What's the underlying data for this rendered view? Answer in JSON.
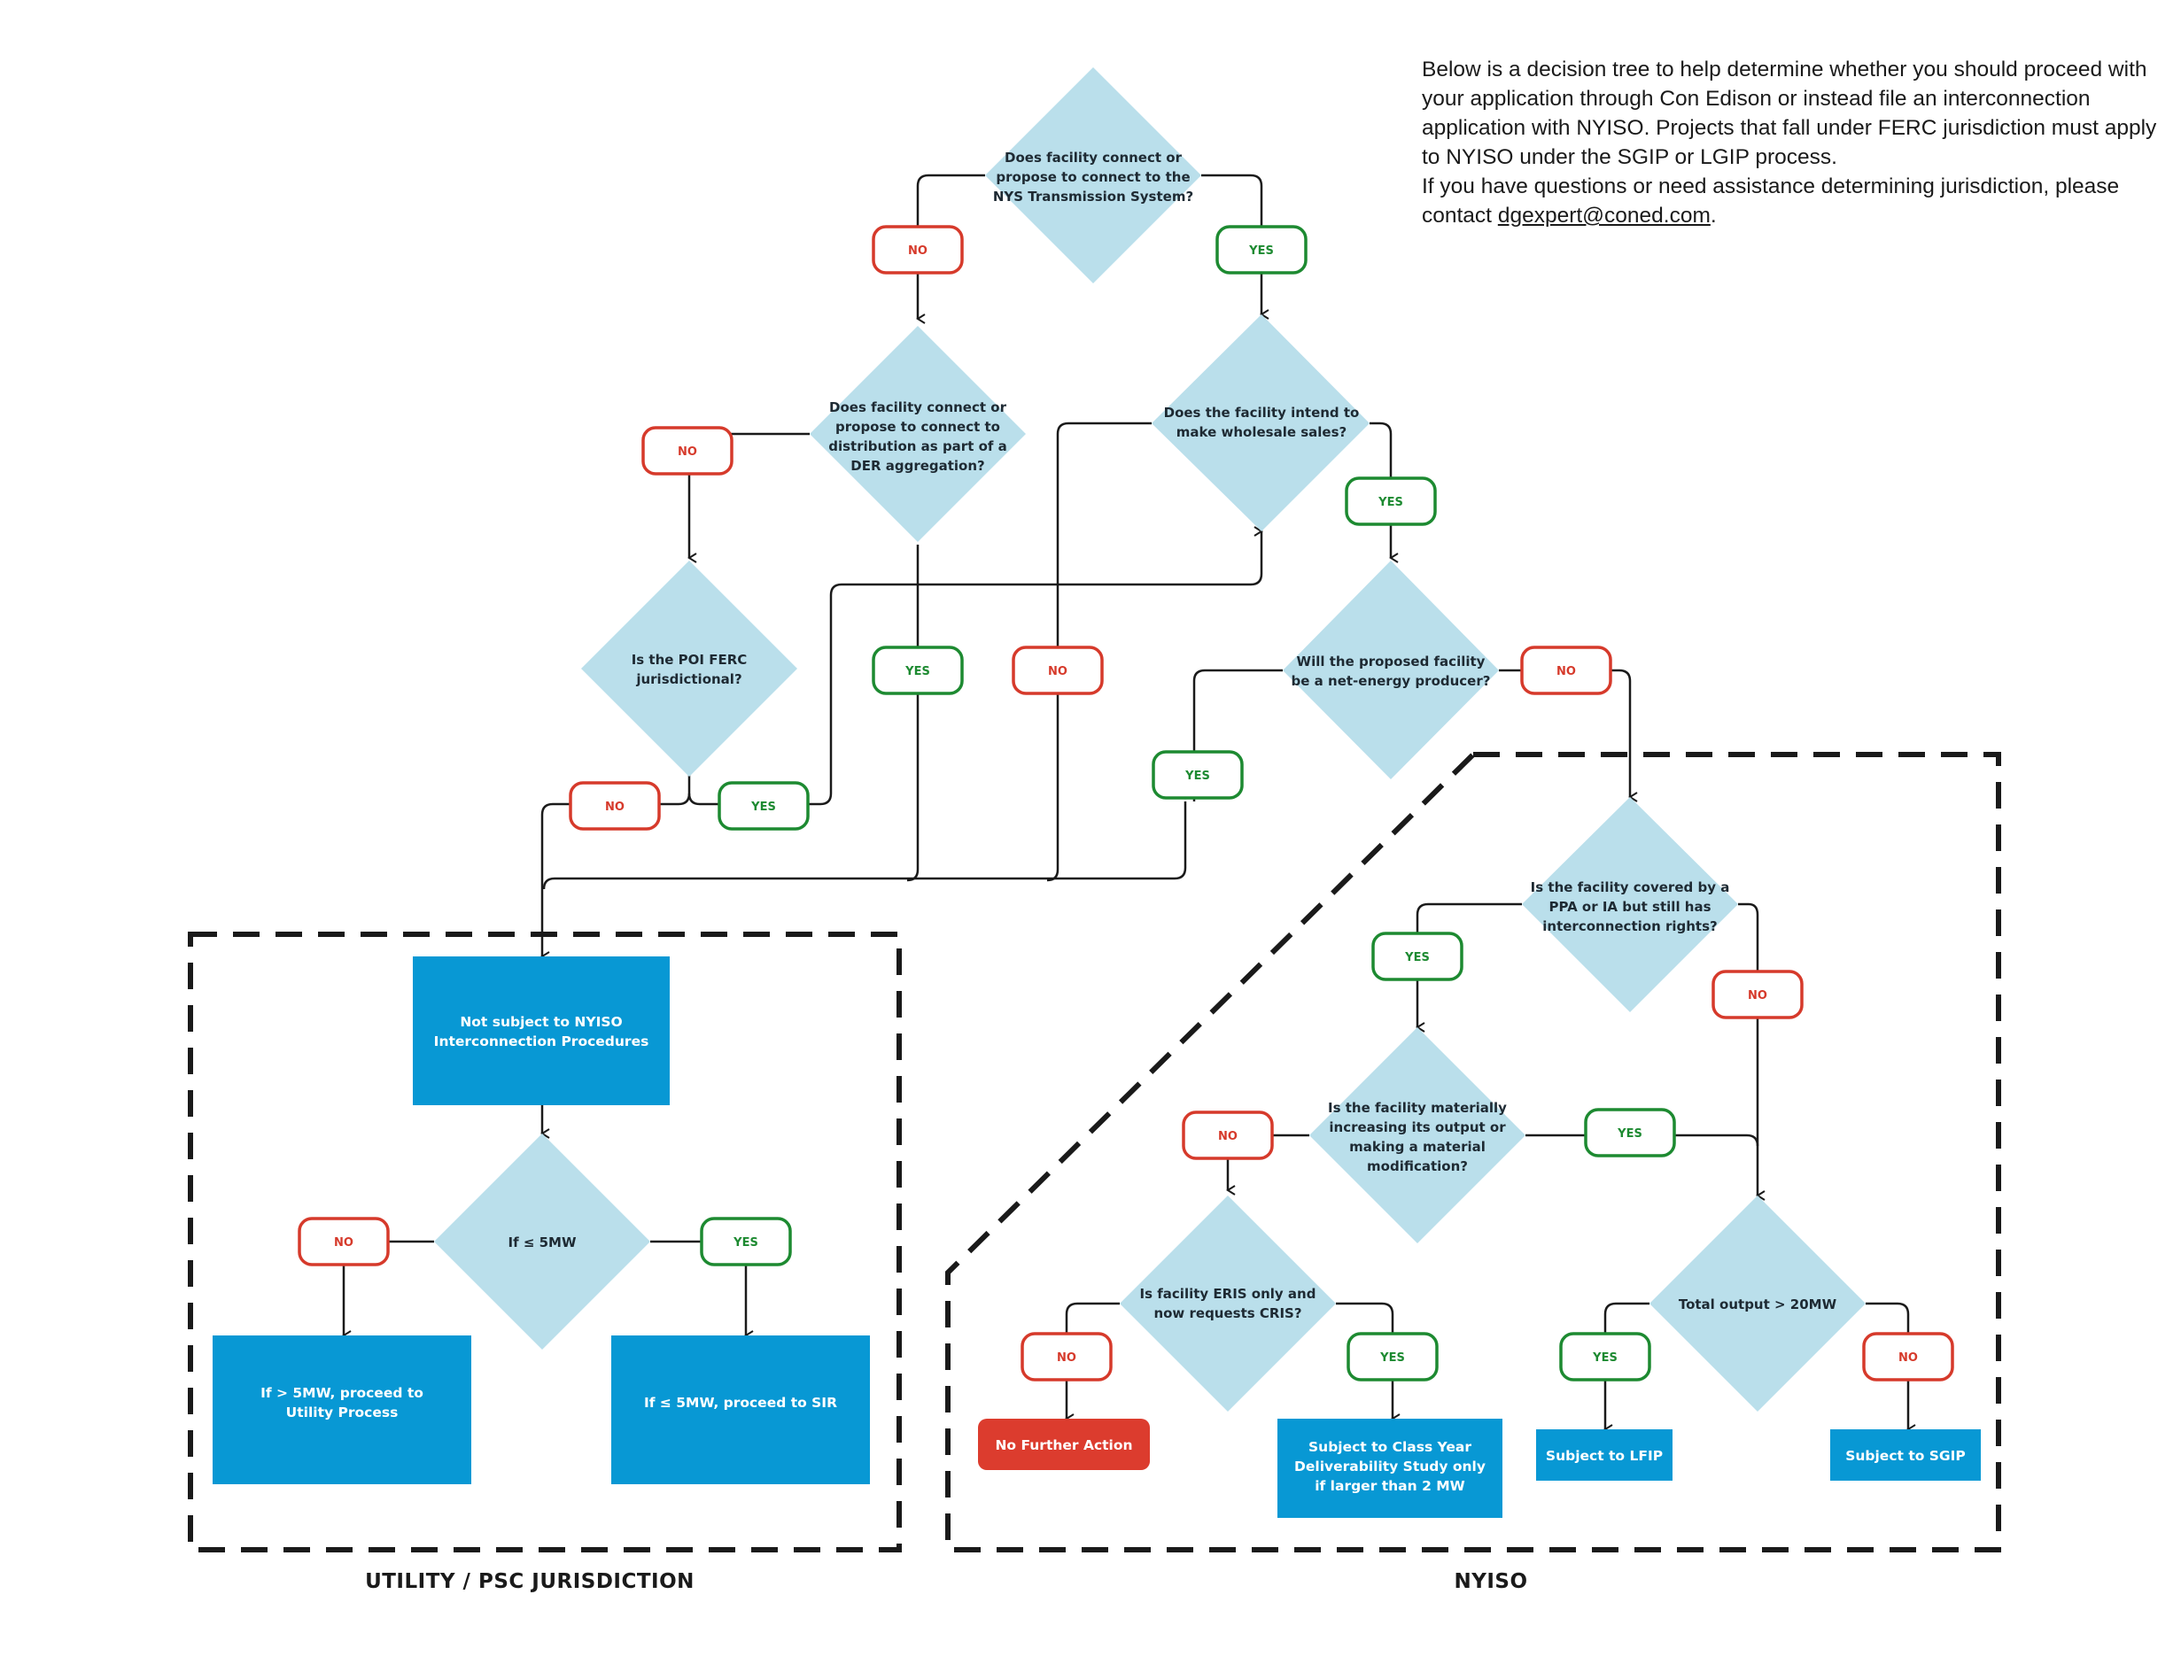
{
  "intro": {
    "line1": "Below is a decision tree to help determine whether you should proceed with your application through Con Edison or instead file an interconnection application with NYISO. Projects that fall under FERC jurisdiction must apply to NYISO under the SGIP or LGIP process.",
    "line2_prefix": "If you have questions or need assistance determining jurisdiction, please contact ",
    "email": "dgexpert@coned.com",
    "line2_suffix": "."
  },
  "colors": {
    "decision_fill": "#badfeb",
    "outcome_blue": "#0898d4",
    "outcome_red": "#dc3c2e",
    "no_red": "#d63a2b",
    "yes_green": "#1d8a31",
    "line": "#1a1a1a"
  },
  "labels": {
    "yes": "YES",
    "no": "NO"
  },
  "regions": {
    "utility": "UTILITY / PSC JURISDICTION",
    "nyiso": "NYISO"
  },
  "decisions": [
    {
      "id": "d1",
      "lines": [
        "Does facility connect or",
        "propose to connect to the",
        "NYS Transmission System?"
      ]
    },
    {
      "id": "d2",
      "lines": [
        "Does facility connect or",
        "propose to connect to",
        "distribution as part of a",
        "DER aggregation?"
      ]
    },
    {
      "id": "d3",
      "lines": [
        "Does the facility intend to",
        "make wholesale sales?"
      ]
    },
    {
      "id": "d4",
      "lines": [
        "Is the POI FERC",
        "jurisdictional?"
      ]
    },
    {
      "id": "d5",
      "lines": [
        "Will the proposed facility",
        "be a net-energy producer?"
      ]
    },
    {
      "id": "d6",
      "lines": [
        "Is the facility covered by a",
        "PPA or IA but still has",
        "interconnection rights?"
      ]
    },
    {
      "id": "d7",
      "lines": [
        "If  ≤ 5MW"
      ]
    },
    {
      "id": "d8",
      "lines": [
        "Is the facility materially",
        "increasing its output or",
        "making a material",
        "modification?"
      ]
    },
    {
      "id": "d9",
      "lines": [
        "Is facility ERIS only and",
        "now requests CRIS?"
      ]
    },
    {
      "id": "d10",
      "lines": [
        "Total output > 20MW"
      ]
    }
  ],
  "outcomes": [
    {
      "id": "o1",
      "lines": [
        "Not subject to NYISO",
        "Interconnection Procedures"
      ]
    },
    {
      "id": "o2",
      "lines": [
        "If > 5MW, proceed to",
        "Utility Process"
      ]
    },
    {
      "id": "o3",
      "lines": [
        "If  ≤ 5MW, proceed to SIR"
      ]
    },
    {
      "id": "o4",
      "lines": [
        "No Further Action"
      ]
    },
    {
      "id": "o5",
      "lines": [
        "Subject to Class Year",
        "Deliverability Study only",
        "if larger than 2 MW"
      ]
    },
    {
      "id": "o6",
      "lines": [
        "Subject to LFIP"
      ]
    },
    {
      "id": "o7",
      "lines": [
        "Subject to SGIP"
      ]
    }
  ]
}
